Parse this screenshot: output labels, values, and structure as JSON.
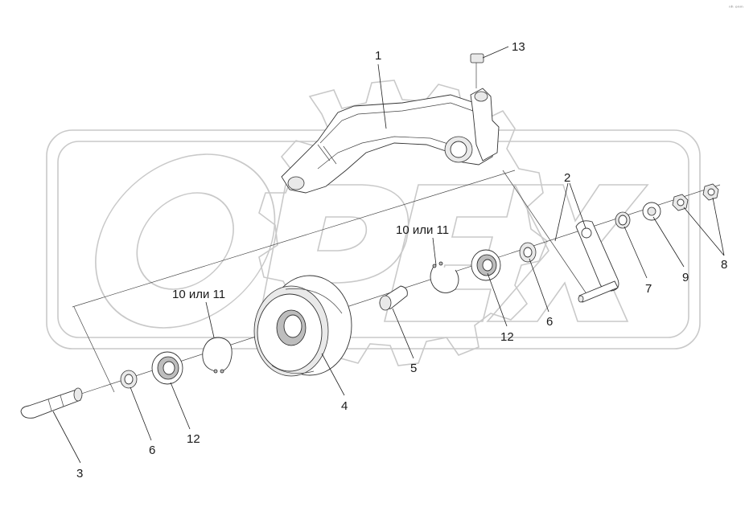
{
  "corner_mark": "ⁿʰ ᵒⁿᵐ",
  "watermark": {
    "text": "OPEX",
    "color": "#c9c9c9"
  },
  "callouts": {
    "c1": "1",
    "c2": "2",
    "c3": "3",
    "c4": "4",
    "c5": "5",
    "c6_left": "6",
    "c6_right": "6",
    "c7": "7",
    "c8": "8",
    "c9": "9",
    "c10_left": "10 или 11",
    "c10_right": "10 или 11",
    "c12_left": "12",
    "c12_right": "12",
    "c13": "13"
  }
}
